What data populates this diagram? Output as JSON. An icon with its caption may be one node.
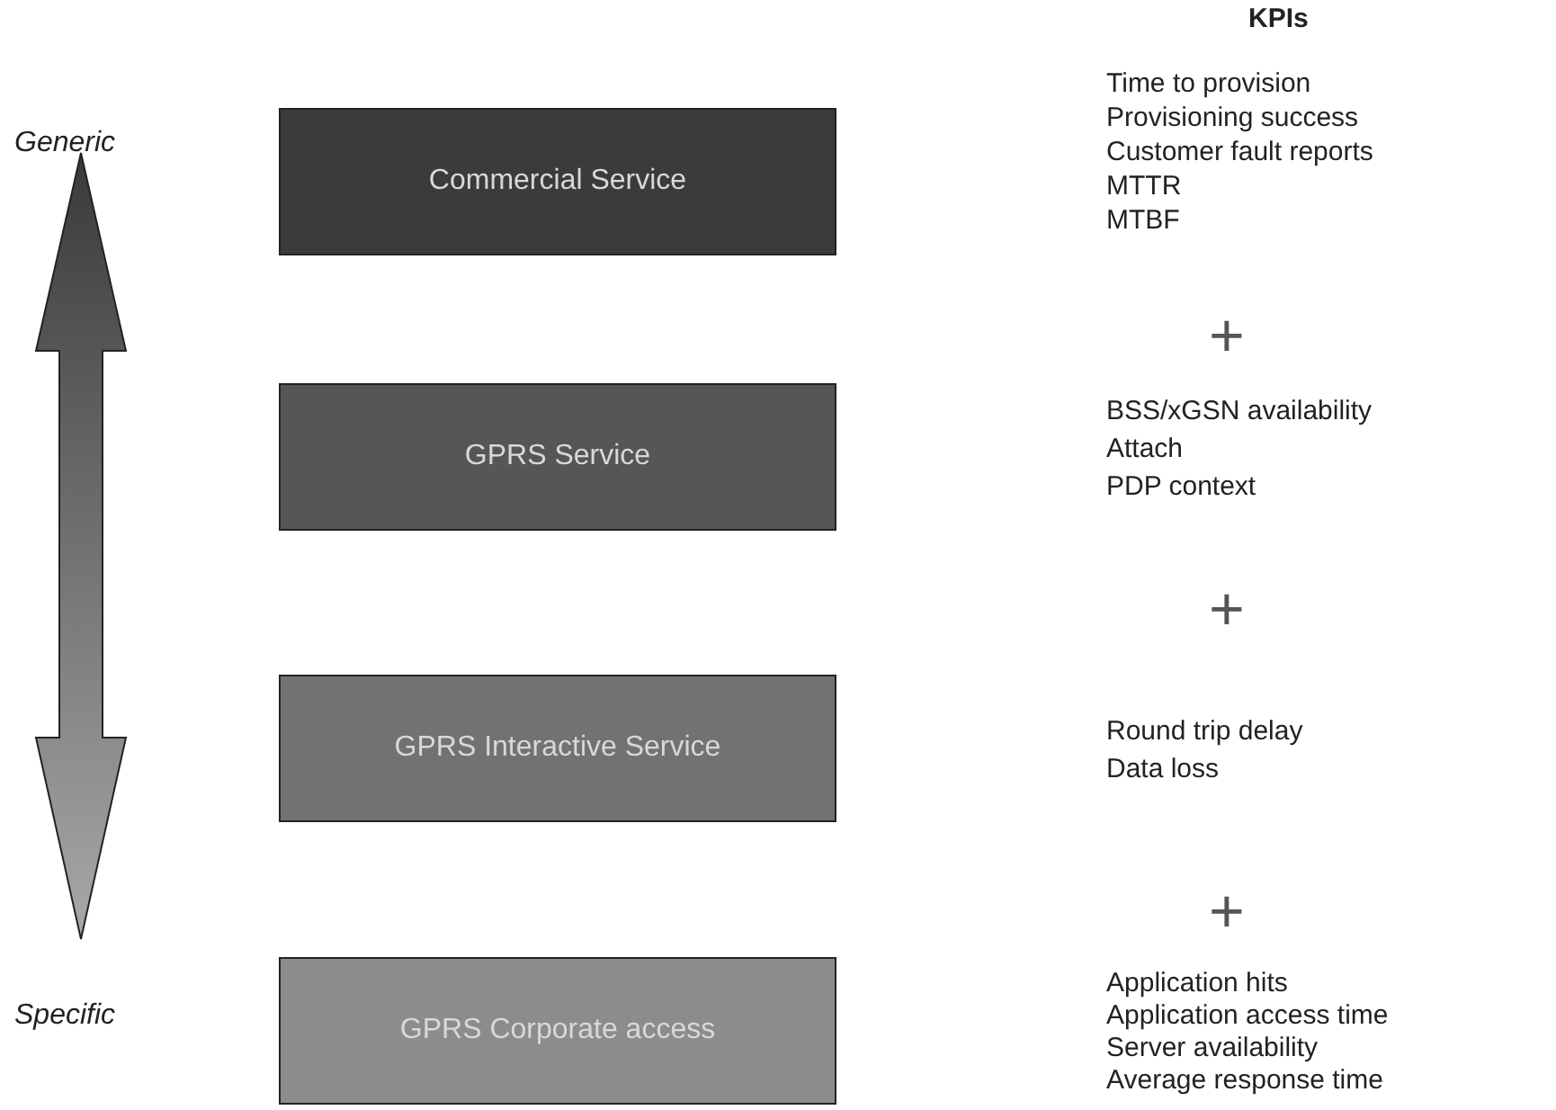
{
  "diagram": {
    "nodes": [
      {
        "text": [
          "Commercial Service"
        ]
      },
      {
        "text": [
          "GPRS Service"
        ]
      },
      {
        "text": [
          "GPRS Interactive Service"
        ]
      },
      {
        "text": [
          "GPRS Corporate access"
        ]
      }
    ],
    "labels": [
      "KPIs",
      "Generic",
      "Time to provision",
      "Provisioning success",
      "Customer fault reports",
      "MTTR",
      "MTBF",
      "+",
      "BSS/xGSN availability",
      "Attach",
      "PDP context",
      "+",
      "Round trip delay",
      "Data loss",
      "+",
      "Application hits",
      "Application access time",
      "Server availability",
      "Average response time",
      "Specific"
    ]
  }
}
